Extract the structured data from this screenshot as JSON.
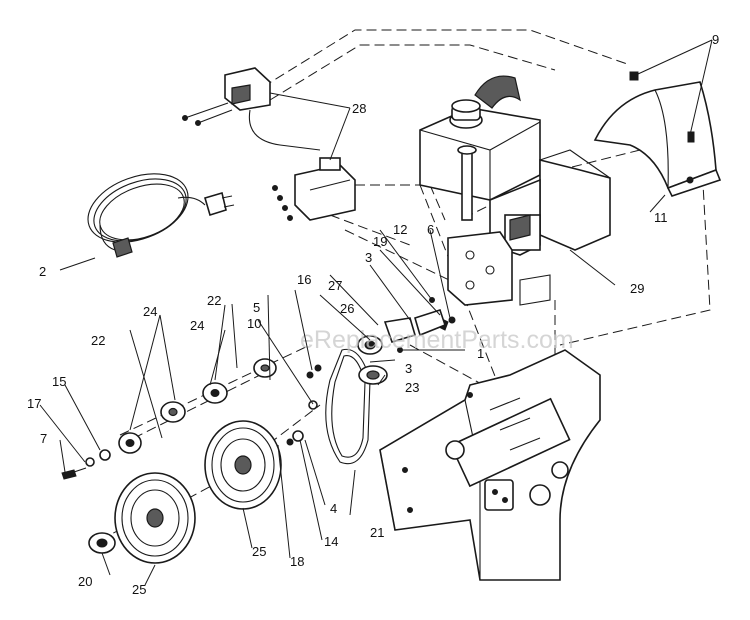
{
  "watermark": "eReplacementParts.com",
  "callouts": [
    {
      "id": "c1",
      "text": "1"
    },
    {
      "id": "c2",
      "text": "2"
    },
    {
      "id": "c3a",
      "text": "3"
    },
    {
      "id": "c3b",
      "text": "3"
    },
    {
      "id": "c4",
      "text": "4"
    },
    {
      "id": "c5",
      "text": "5"
    },
    {
      "id": "c6",
      "text": "6"
    },
    {
      "id": "c7",
      "text": "7"
    },
    {
      "id": "c9",
      "text": "9"
    },
    {
      "id": "c10",
      "text": "10"
    },
    {
      "id": "c11",
      "text": "11"
    },
    {
      "id": "c12",
      "text": "12"
    },
    {
      "id": "c14",
      "text": "14"
    },
    {
      "id": "c15",
      "text": "15"
    },
    {
      "id": "c16",
      "text": "16"
    },
    {
      "id": "c17",
      "text": "17"
    },
    {
      "id": "c18",
      "text": "18"
    },
    {
      "id": "c19",
      "text": "19"
    },
    {
      "id": "c20",
      "text": "20"
    },
    {
      "id": "c21",
      "text": "21"
    },
    {
      "id": "c22a",
      "text": "22"
    },
    {
      "id": "c22b",
      "text": "22"
    },
    {
      "id": "c23",
      "text": "23"
    },
    {
      "id": "c24a",
      "text": "24"
    },
    {
      "id": "c24b",
      "text": "24"
    },
    {
      "id": "c25a",
      "text": "25"
    },
    {
      "id": "c25b",
      "text": "25"
    },
    {
      "id": "c26",
      "text": "26"
    },
    {
      "id": "c27",
      "text": "27"
    },
    {
      "id": "c28",
      "text": "28"
    },
    {
      "id": "c29",
      "text": "29"
    }
  ]
}
